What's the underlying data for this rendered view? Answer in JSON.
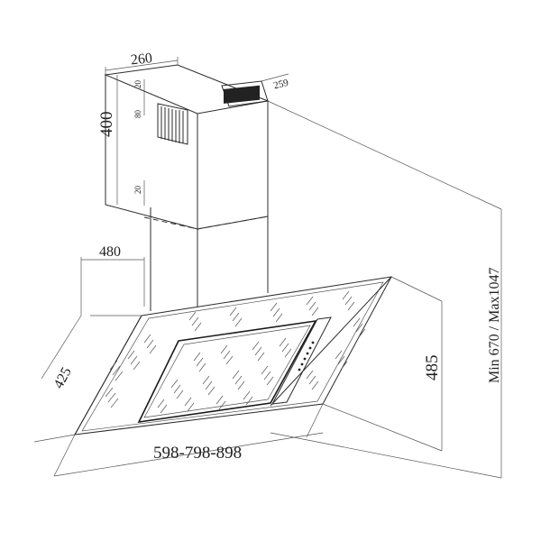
{
  "dimensions": {
    "chimney_depth": "260",
    "chimney_height": "400",
    "chimney_side_80": "80",
    "chimney_side_20_top": "20",
    "chimney_side_20_bottom": "20",
    "top_outlet": "259",
    "depth_480": "480",
    "glass_depth_425": "425",
    "hood_height_485": "485",
    "total_height": "Min 670 / Max1047",
    "widths": "598-798-898"
  }
}
